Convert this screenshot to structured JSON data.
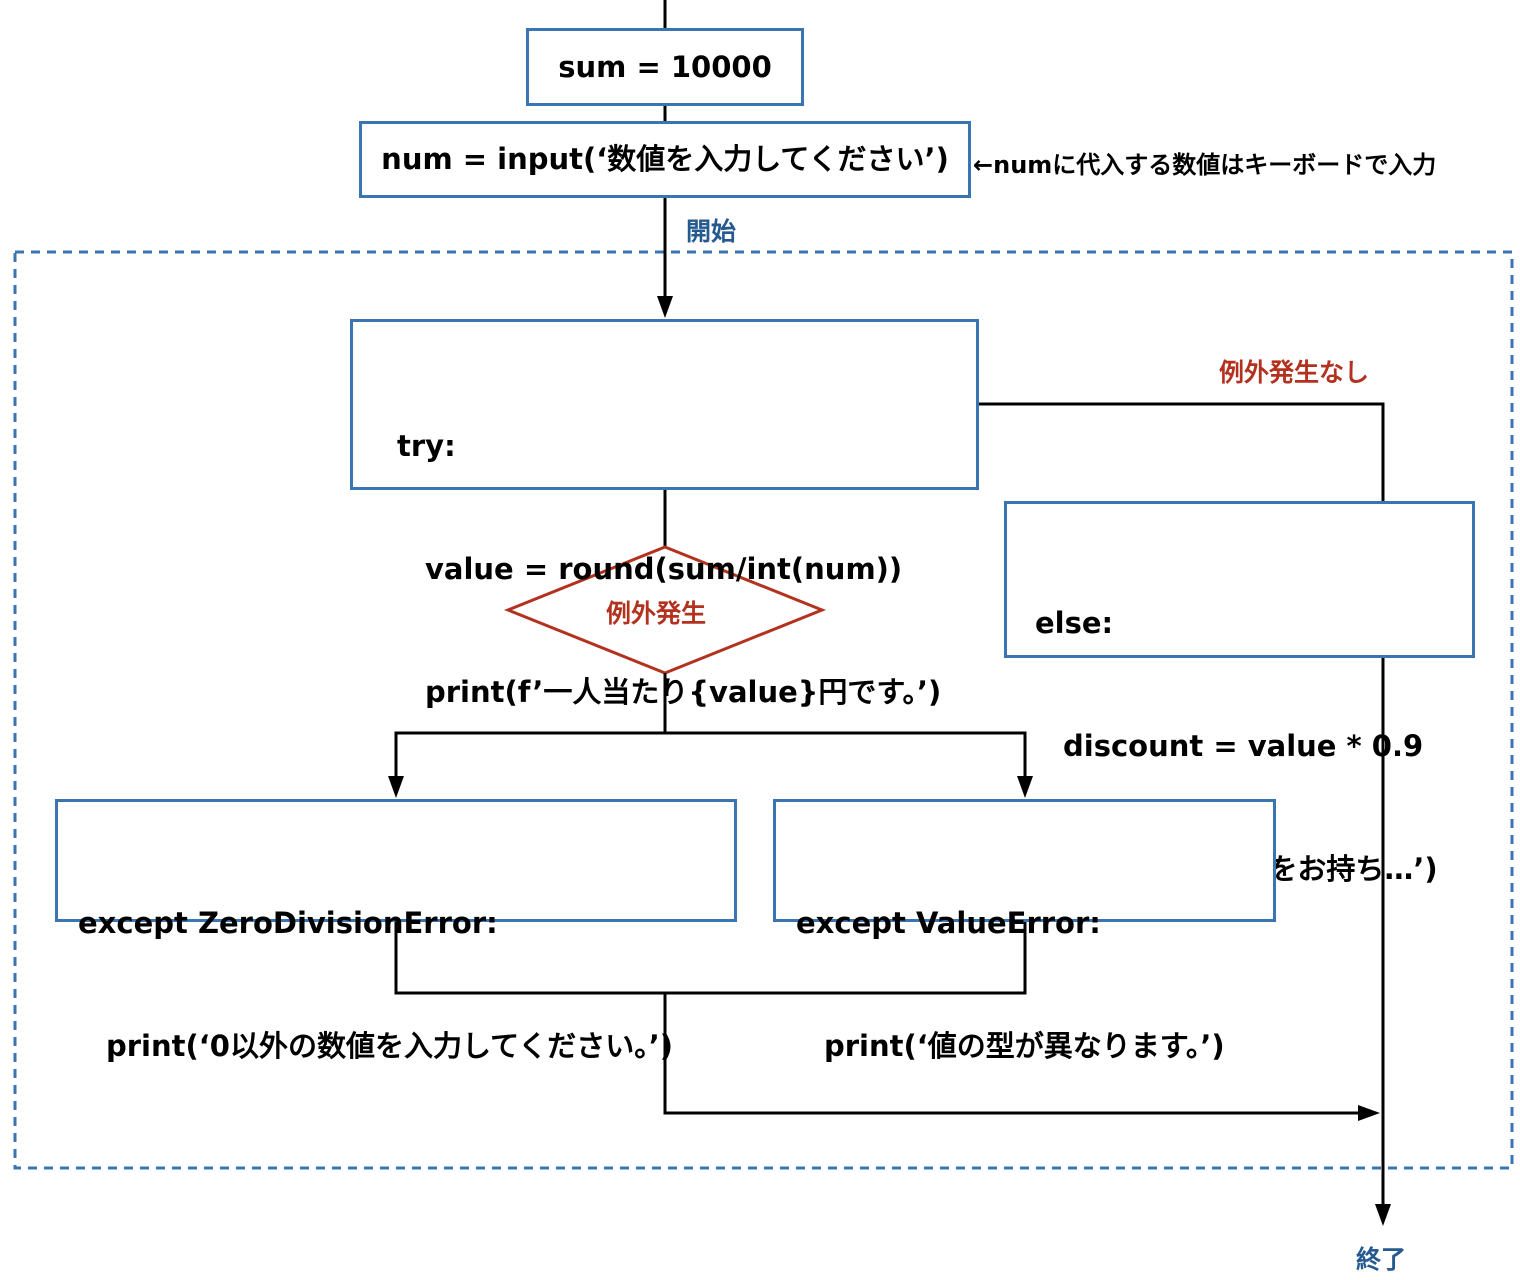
{
  "boxes": {
    "sum": "sum = 10000",
    "num": "num = input(‘数値を入力してください’)",
    "try": {
      "line1": "try:",
      "line2": "value = round(sum/int(num))",
      "line3": "print(f’一人当たり{value}円です。’)"
    },
    "else": {
      "line1": "else:",
      "line2": "discount = value * 0.9",
      "line3": "print(f’割引券をお持ち…’)"
    },
    "zero": {
      "line1": "except ZeroDivisionError:",
      "line2": "print(‘0以外の数値を入力してください。’)"
    },
    "value_error": {
      "line1": "except ValueError:",
      "line2": "print(‘値の型が異なります。’)"
    }
  },
  "labels": {
    "input_note": "←numに代入する数値はキーボードで入力",
    "start": "開始",
    "no_exception": "例外発生なし",
    "exception": "例外発生",
    "end": "終了"
  },
  "colors": {
    "box_border": "#3a74b1",
    "dashed_region": "#3a74b1",
    "label_blue": "#255a91",
    "label_red": "#b3321f",
    "lines": "#000000"
  }
}
